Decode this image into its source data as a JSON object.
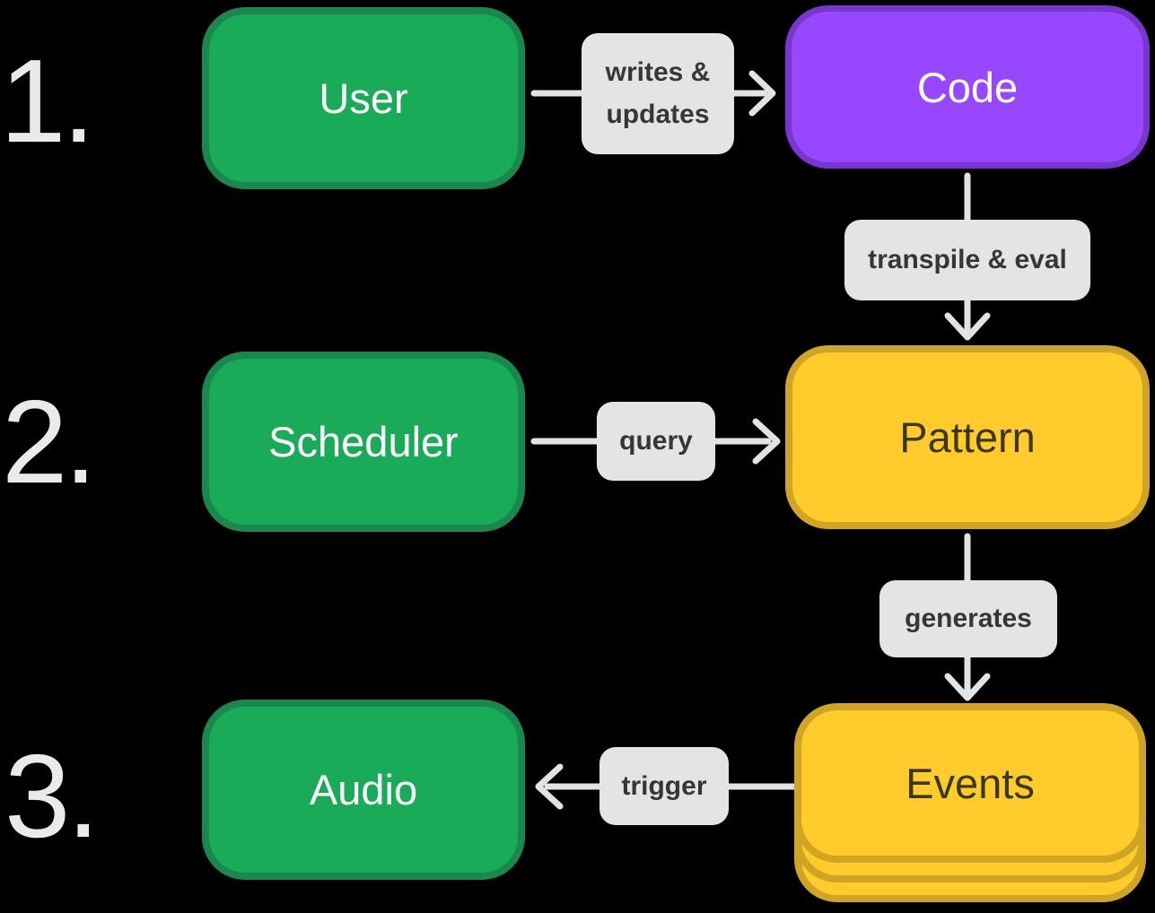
{
  "steps": [
    {
      "number": "1."
    },
    {
      "number": "2."
    },
    {
      "number": "3."
    }
  ],
  "nodes": {
    "user": "User",
    "code": "Code",
    "scheduler": "Scheduler",
    "pattern": "Pattern",
    "audio": "Audio",
    "events": "Events"
  },
  "edges": {
    "writes_updates_line1": "writes &",
    "writes_updates_line2": "updates",
    "transpile_eval": "transpile & eval",
    "query": "query",
    "generates": "generates",
    "trigger": "trigger"
  },
  "colors": {
    "background": "#000000",
    "green_fill": "#1AAB58",
    "green_border": "#1A884D",
    "purple_fill": "#9747FF",
    "purple_border": "#7A36CC",
    "yellow_fill": "#FFCC2B",
    "yellow_border": "#D0A425",
    "yellow_text": "#3C3710",
    "label_bg": "#E4E4E4",
    "label_text": "#363636",
    "arrow": "#E3E3E3",
    "number_text": "#EAEAEA"
  }
}
